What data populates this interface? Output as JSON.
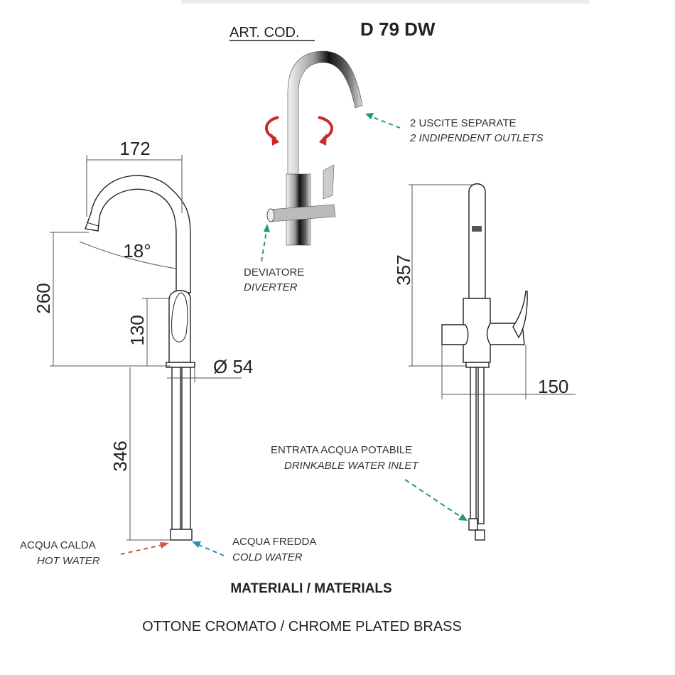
{
  "header": {
    "art_cod_label": "ART. COD.",
    "code": "D 79 DW"
  },
  "dimensions": {
    "width_spout": "172",
    "angle": "18°",
    "height_spout": "260",
    "height_body": "130",
    "diameter": "Ø 54",
    "hose_length": "346",
    "total_height": "357",
    "depth": "150"
  },
  "callouts": {
    "outlets_it": "2 USCITE  SEPARATE",
    "outlets_en": "2 INDIPENDENT OUTLETS",
    "diverter_it": "DEVIATORE",
    "diverter_en": "DIVERTER",
    "inlet_it": "ENTRATA ACQUA POTABILE",
    "inlet_en": "DRINKABLE WATER INLET",
    "hot_it": "ACQUA CALDA",
    "hot_en": "HOT WATER",
    "cold_it": "ACQUA FREDDA",
    "cold_en": "COLD WATER"
  },
  "materials": {
    "heading": "MATERIALI / MATERIALS",
    "value": "OTTONE CROMATO / CHROME PLATED BRASS"
  },
  "colors": {
    "hot_arrow": "#d9534f",
    "cold_arrow": "#2a8fb8",
    "green_arrow": "#1f9a6a",
    "rotate_arrow": "#cc2a2a"
  }
}
